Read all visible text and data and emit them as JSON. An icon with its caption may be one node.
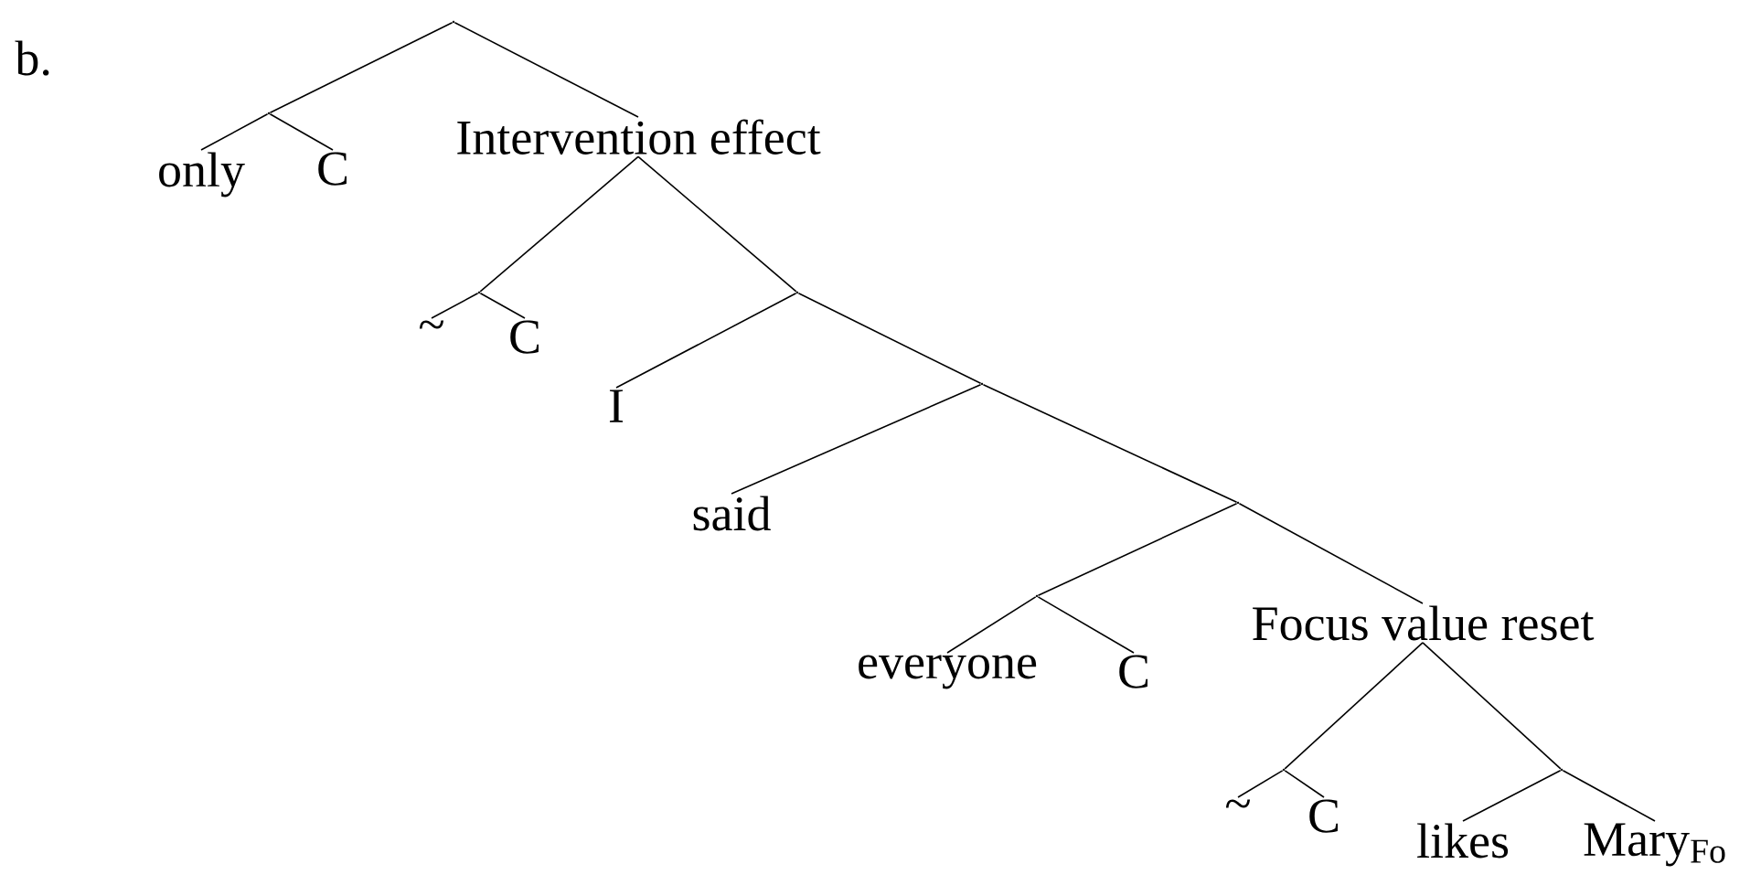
{
  "diagram": {
    "nodes": [
      {
        "text": [],
        "shape": "point"
      },
      {
        "text": [],
        "shape": "point"
      },
      {
        "text": [
          "only"
        ]
      },
      {
        "text": [
          "C"
        ]
      },
      {
        "text": [
          "Intervention effect"
        ]
      },
      {
        "text": [],
        "shape": "point"
      },
      {
        "text": [
          "~"
        ]
      },
      {
        "text": [
          "C"
        ]
      },
      {
        "text": [],
        "shape": "point"
      },
      {
        "text": [
          "I"
        ]
      },
      {
        "text": [],
        "shape": "point"
      },
      {
        "text": [
          "said"
        ]
      },
      {
        "text": [],
        "shape": "point"
      },
      {
        "text": [],
        "shape": "point"
      },
      {
        "text": [
          "everyone"
        ]
      },
      {
        "text": [
          "C"
        ]
      },
      {
        "text": [
          "Focus value reset"
        ]
      },
      {
        "text": [],
        "shape": "point"
      },
      {
        "text": [
          "~"
        ]
      },
      {
        "text": [
          "C"
        ]
      },
      {
        "text": [],
        "shape": "point"
      },
      {
        "text": [
          "likes"
        ]
      },
      {
        "text": [
          "Mary$_{Fo}$"
        ]
      }
    ],
    "edges": [
      {
        "from": 0,
        "to": 1,
        "arrow": "none"
      },
      {
        "from": 0,
        "to": 4,
        "arrow": "none"
      },
      {
        "from": 1,
        "to": 2,
        "arrow": "none"
      },
      {
        "from": 1,
        "to": 3,
        "arrow": "none"
      },
      {
        "from": 4,
        "to": 5,
        "arrow": "none"
      },
      {
        "from": 4,
        "to": 8,
        "arrow": "none"
      },
      {
        "from": 5,
        "to": 6,
        "arrow": "none"
      },
      {
        "from": 5,
        "to": 7,
        "arrow": "none"
      },
      {
        "from": 8,
        "to": 9,
        "arrow": "none"
      },
      {
        "from": 8,
        "to": 10,
        "arrow": "none"
      },
      {
        "from": 10,
        "to": 11,
        "arrow": "none"
      },
      {
        "from": 10,
        "to": 12,
        "arrow": "none"
      },
      {
        "from": 12,
        "to": 13,
        "arrow": "none"
      },
      {
        "from": 12,
        "to": 16,
        "arrow": "none"
      },
      {
        "from": 13,
        "to": 14,
        "arrow": "none"
      },
      {
        "from": 13,
        "to": 15,
        "arrow": "none"
      },
      {
        "from": 16,
        "to": 17,
        "arrow": "none"
      },
      {
        "from": 16,
        "to": 20,
        "arrow": "none"
      },
      {
        "from": 17,
        "to": 18,
        "arrow": "none"
      },
      {
        "from": 17,
        "to": 19,
        "arrow": "none"
      },
      {
        "from": 20,
        "to": 21,
        "arrow": "none"
      },
      {
        "from": 20,
        "to": 22,
        "arrow": "none"
      }
    ],
    "labels": [
      "b."
    ]
  }
}
